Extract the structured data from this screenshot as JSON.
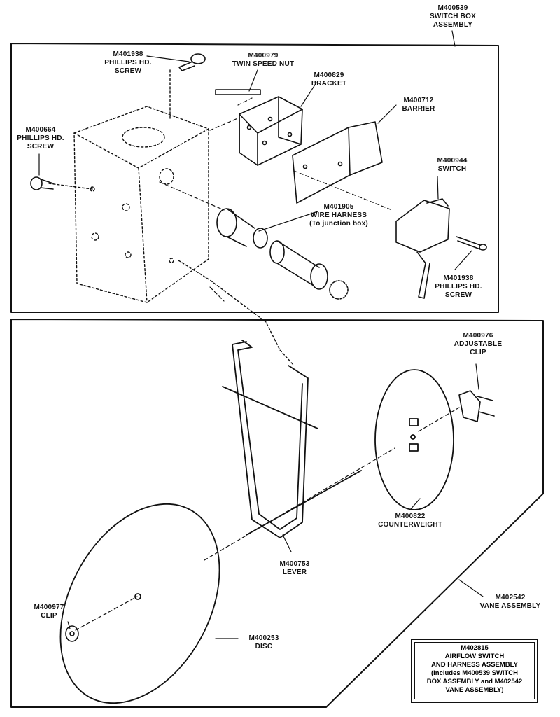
{
  "labels": {
    "switch_box_assembly": [
      "M400539",
      "SWITCH BOX",
      "ASSEMBLY"
    ],
    "phillips_screw_top": [
      "M401938",
      "PHILLIPS HD.",
      "SCREW"
    ],
    "twin_speed_nut": [
      "M400979",
      "TWIN SPEED NUT"
    ],
    "bracket": [
      "M400829",
      "BRACKET"
    ],
    "barrier": [
      "M400712",
      "BARRIER"
    ],
    "phillips_screw_left": [
      "M400664",
      "PHILLIPS HD.",
      "SCREW"
    ],
    "switch": [
      "M400944",
      "SWITCH"
    ],
    "wire_harness": [
      "M401905",
      "WIRE HARNESS",
      "(To junction box)"
    ],
    "phillips_screw_right": [
      "M401938",
      "PHILLIPS HD.",
      "SCREW"
    ],
    "adjustable_clip": [
      "M400976",
      "ADJUSTABLE",
      "CLIP"
    ],
    "counterweight": [
      "M400822",
      "COUNTERWEIGHT"
    ],
    "lever": [
      "M400753",
      "LEVER"
    ],
    "vane_assembly": [
      "M402542",
      "VANE ASSEMBLY"
    ],
    "clip": [
      "M400977",
      "CLIP"
    ],
    "disc": [
      "M400253",
      "DISC"
    ]
  },
  "legend": [
    "M402815",
    "AIRFLOW SWITCH",
    "AND HARNESS ASSEMBLY",
    "(includes M400539 SWITCH",
    "BOX ASSEMBLY and M402542",
    "VANE ASSEMBLY)"
  ]
}
